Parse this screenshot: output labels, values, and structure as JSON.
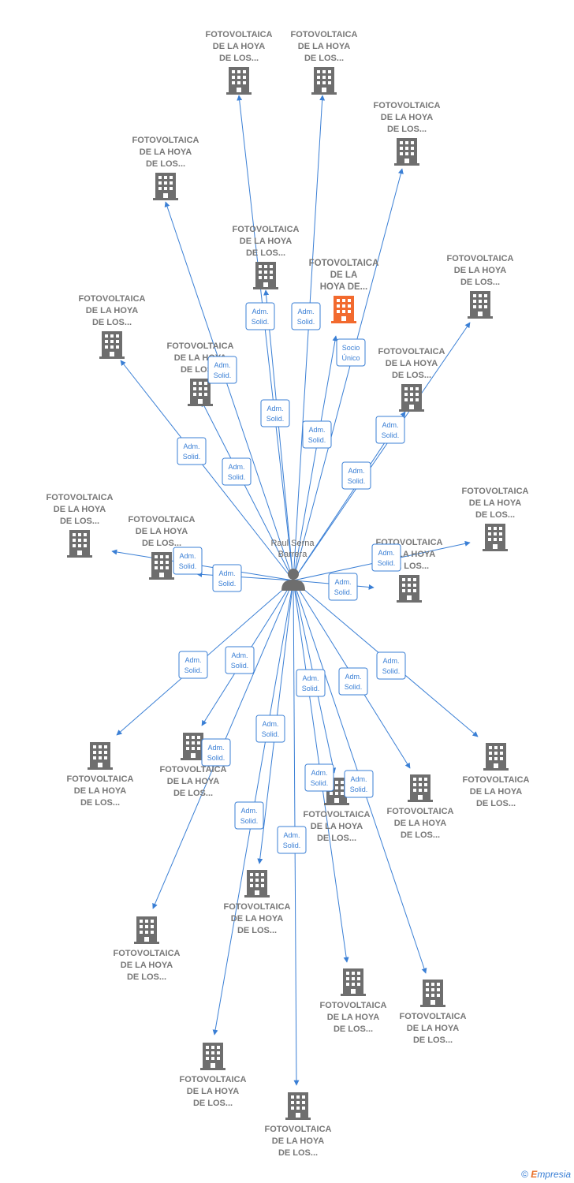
{
  "person": {
    "name_line1": "Raul Serna",
    "name_line2": "Barrera"
  },
  "company_label_lines": [
    "FOTOVOLTAICA",
    "DE LA HOYA",
    "DE LOS..."
  ],
  "main_company_label_lines": [
    "FOTOVOLTAICA",
    "DE LA",
    "HOYA DE..."
  ],
  "edge_roles": {
    "adm": [
      "Adm.",
      "Solid."
    ],
    "socio": [
      "Socio",
      "Único"
    ]
  },
  "colors": {
    "edge": "#3a7fd5",
    "building": "#6e6e6e",
    "main_building": "#f26a2e",
    "person": "#6e6e6e"
  },
  "footer": {
    "copyright": "©",
    "brand_e": "E",
    "brand_rest": "mpresia"
  }
}
